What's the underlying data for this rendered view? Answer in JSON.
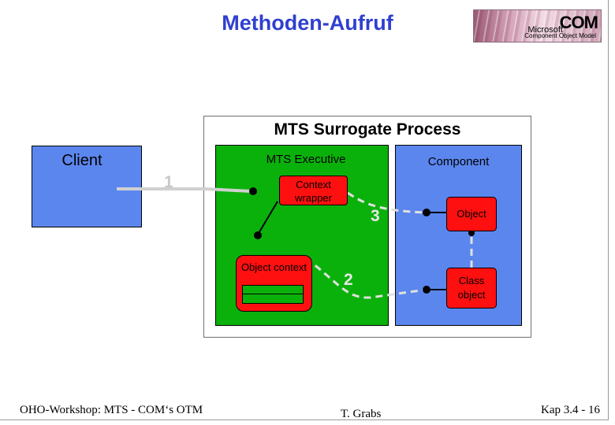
{
  "slide": {
    "title": "Methoden-Aufruf"
  },
  "logo": {
    "word1": "Microsoft",
    "word2": "COM",
    "subtitle": "Component Object Model"
  },
  "diagram": {
    "surrogate_title": "MTS Surrogate Process",
    "client_label": "Client",
    "executive_label": "MTS Executive",
    "component_label": "Component",
    "context_wrapper_label": "Context wrapper",
    "object_context_label": "Object context",
    "object_label": "Object",
    "class_object_label": "Class object",
    "step_1": "1",
    "step_2": "2",
    "step_3": "3",
    "colors": {
      "client_and_component": "#5b86ee",
      "executive": "#0bb10b",
      "objects": "#ff1010",
      "title": "#2f3fcf"
    }
  },
  "footer": {
    "left": "OHO-Workshop: MTS - COM‘s OTM",
    "center": "T. Grabs",
    "right": "Kap 3.4 - 16"
  }
}
